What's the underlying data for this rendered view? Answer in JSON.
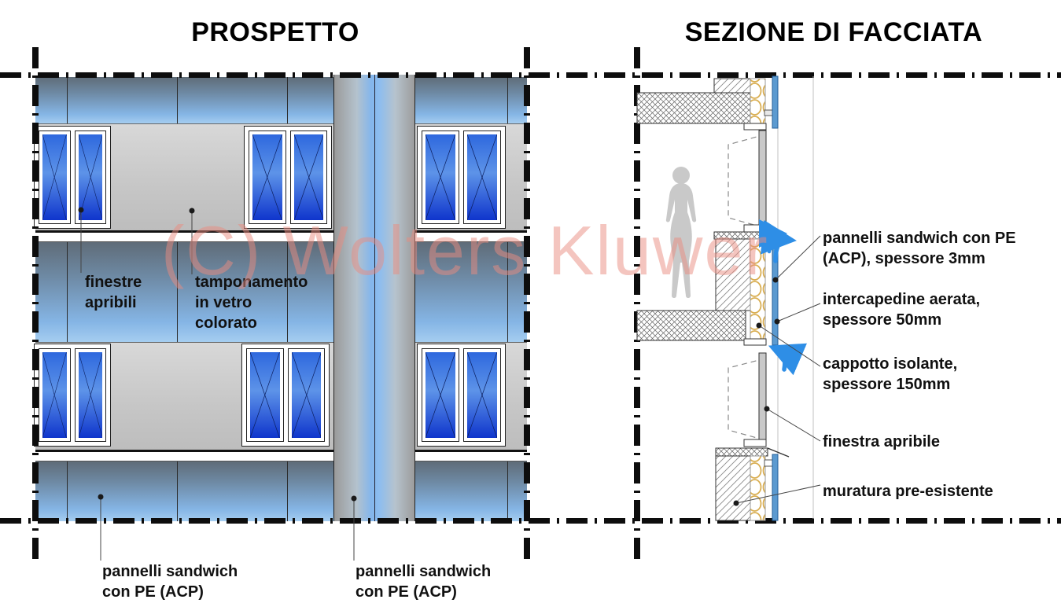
{
  "titles": {
    "prospetto": "PROSPETTO",
    "sezione": "SEZIONE DI FACCIATA"
  },
  "prospetto_labels": {
    "finestre_apribili": "finestre\napribili",
    "tamponamento": "tamponamento\nin vetro\ncolorato",
    "pannelli_sandwich_left": "pannelli sandwich\ncon PE (ACP)",
    "pannelli_sandwich_center": "pannelli sandwich\ncon PE (ACP)"
  },
  "sezione_labels": {
    "pannelli_sandwich": "pannelli sandwich con PE\n(ACP), spessore 3mm",
    "intercapedine": "intercapedine aerata,\nspessore 50mm",
    "cappotto": "cappotto isolante,\nspessore 150mm",
    "finestra": "finestra apribile",
    "muratura": "muratura pre-esistente"
  },
  "watermark": {
    "text": "(C) Wolters Kluwer",
    "color": "#ea8d82"
  },
  "colors": {
    "glass_blue_dark": "#0f35cc",
    "glass_blue_light": "#5d93e8",
    "spandrel_top": "#5f6c78",
    "spandrel_bottom": "#a5cdf0",
    "acp_panel_blue": "#5b9ad0",
    "insulation_yellow": "#d9ae52",
    "airflow_arrow_blue": "#2e8ee6",
    "gray_panel": "#c6c6c6",
    "cut_line_black": "#0d0d0d",
    "watermark_pink": "#ea8d82"
  }
}
